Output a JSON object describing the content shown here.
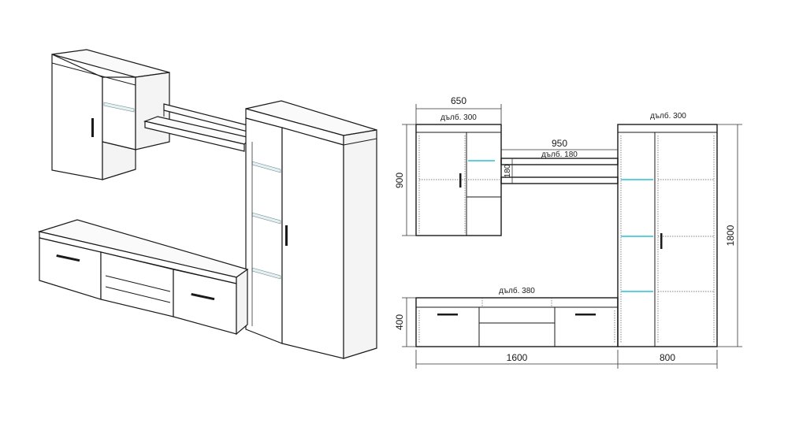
{
  "dimensions": {
    "wall_cabinet_width": "650",
    "wall_cabinet_depth": "дълб. 300",
    "shelf_width": "950",
    "shelf_depth": "дълб. 180",
    "shelf_height": "180",
    "wall_cabinet_height": "900",
    "tall_cabinet_depth": "дълб. 300",
    "tall_cabinet_height": "1800",
    "tv_unit_depth": "дълб. 380",
    "tv_unit_height": "400",
    "tv_unit_width": "1600",
    "tall_cabinet_width": "800"
  },
  "colors": {
    "line": "#1a1a1a",
    "glass_light": "#5fd0e0"
  }
}
